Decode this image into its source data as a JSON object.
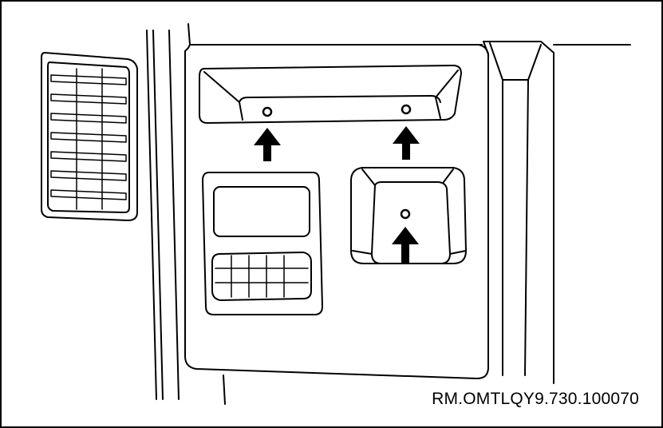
{
  "reference_code": "RM.OMTLQY9.730.100070",
  "figure": {
    "description": "Dashboard lower panel with air vent, switch panel and fastener locations indicated by arrows",
    "components": [
      "side-air-vent",
      "upper-trim-cover",
      "switch-panel",
      "center-air-vent",
      "accessory-cover",
      "screw-hole",
      "arrow-indicator"
    ],
    "fastener_count": 3,
    "arrow_count": 3
  },
  "colors": {
    "line": "#000000",
    "background": "#ffffff"
  }
}
